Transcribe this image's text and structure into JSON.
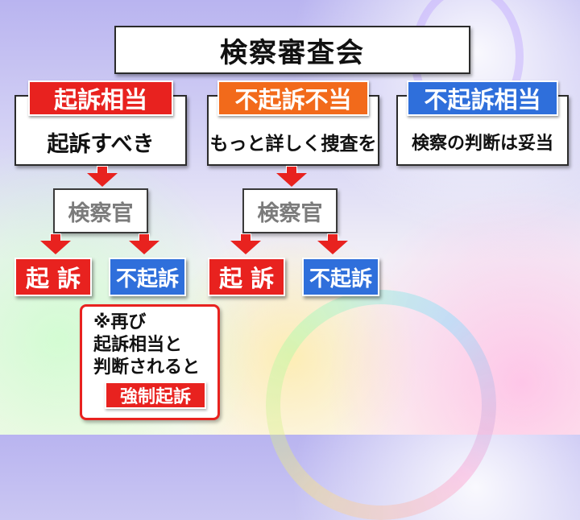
{
  "title": "検察審査会",
  "columns": [
    {
      "tag": "起訴相当",
      "tag_color": "#e8221f",
      "desc": "起訴すべき"
    },
    {
      "tag": "不起訴不当",
      "tag_color": "#f26a1b",
      "desc": "もっと詳しく捜査を"
    },
    {
      "tag": "不起訴相当",
      "tag_color": "#2f6fdb",
      "desc": "検察の判断は妥当"
    }
  ],
  "prosecutor_label": "検察官",
  "outcomes": {
    "indict": "起 訴",
    "non_indict": "不起訴"
  },
  "note": {
    "lines": [
      "※再び",
      "起訴相当と",
      "判断されると"
    ],
    "forced": "強制起訴"
  },
  "colors": {
    "red": "#e8221f",
    "orange": "#f26a1b",
    "blue": "#2f6fdb"
  }
}
